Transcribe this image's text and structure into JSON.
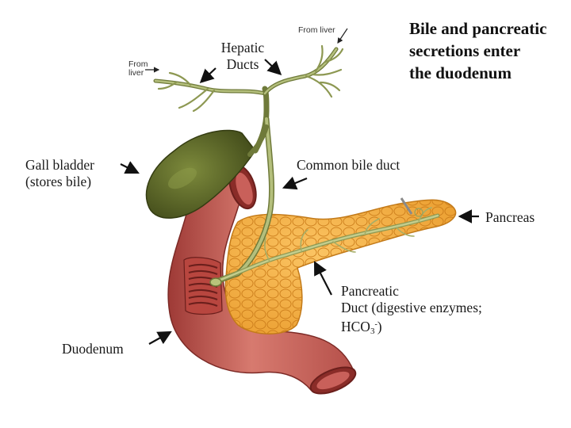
{
  "title_lines": [
    "Bile and pancreatic",
    "secretions enter",
    "the duodenum"
  ],
  "labels": {
    "hepatic_ducts": [
      "Hepatic",
      "Ducts"
    ],
    "from_liver_right": "From liver",
    "from_liver_left": [
      "From",
      "liver"
    ],
    "gall_bladder": [
      "Gall bladder",
      "(stores bile)"
    ],
    "common_bile_duct": "Common bile duct",
    "pancreas": "Pancreas",
    "pancreatic_duct_line1": "Pancreatic",
    "pancreatic_duct_line2": "Duct (digestive enzymes;",
    "hco3_prefix": "HCO",
    "hco3_sub": "3",
    "hco3_sup": "-",
    "hco3_suffix": ")",
    "duodenum": "Duodenum"
  },
  "colors": {
    "duodenum": "#c25a54",
    "pancreas": "#f2ad3c",
    "gall_bladder": "#5e6a2a",
    "ducts": "#a3ae6c"
  }
}
